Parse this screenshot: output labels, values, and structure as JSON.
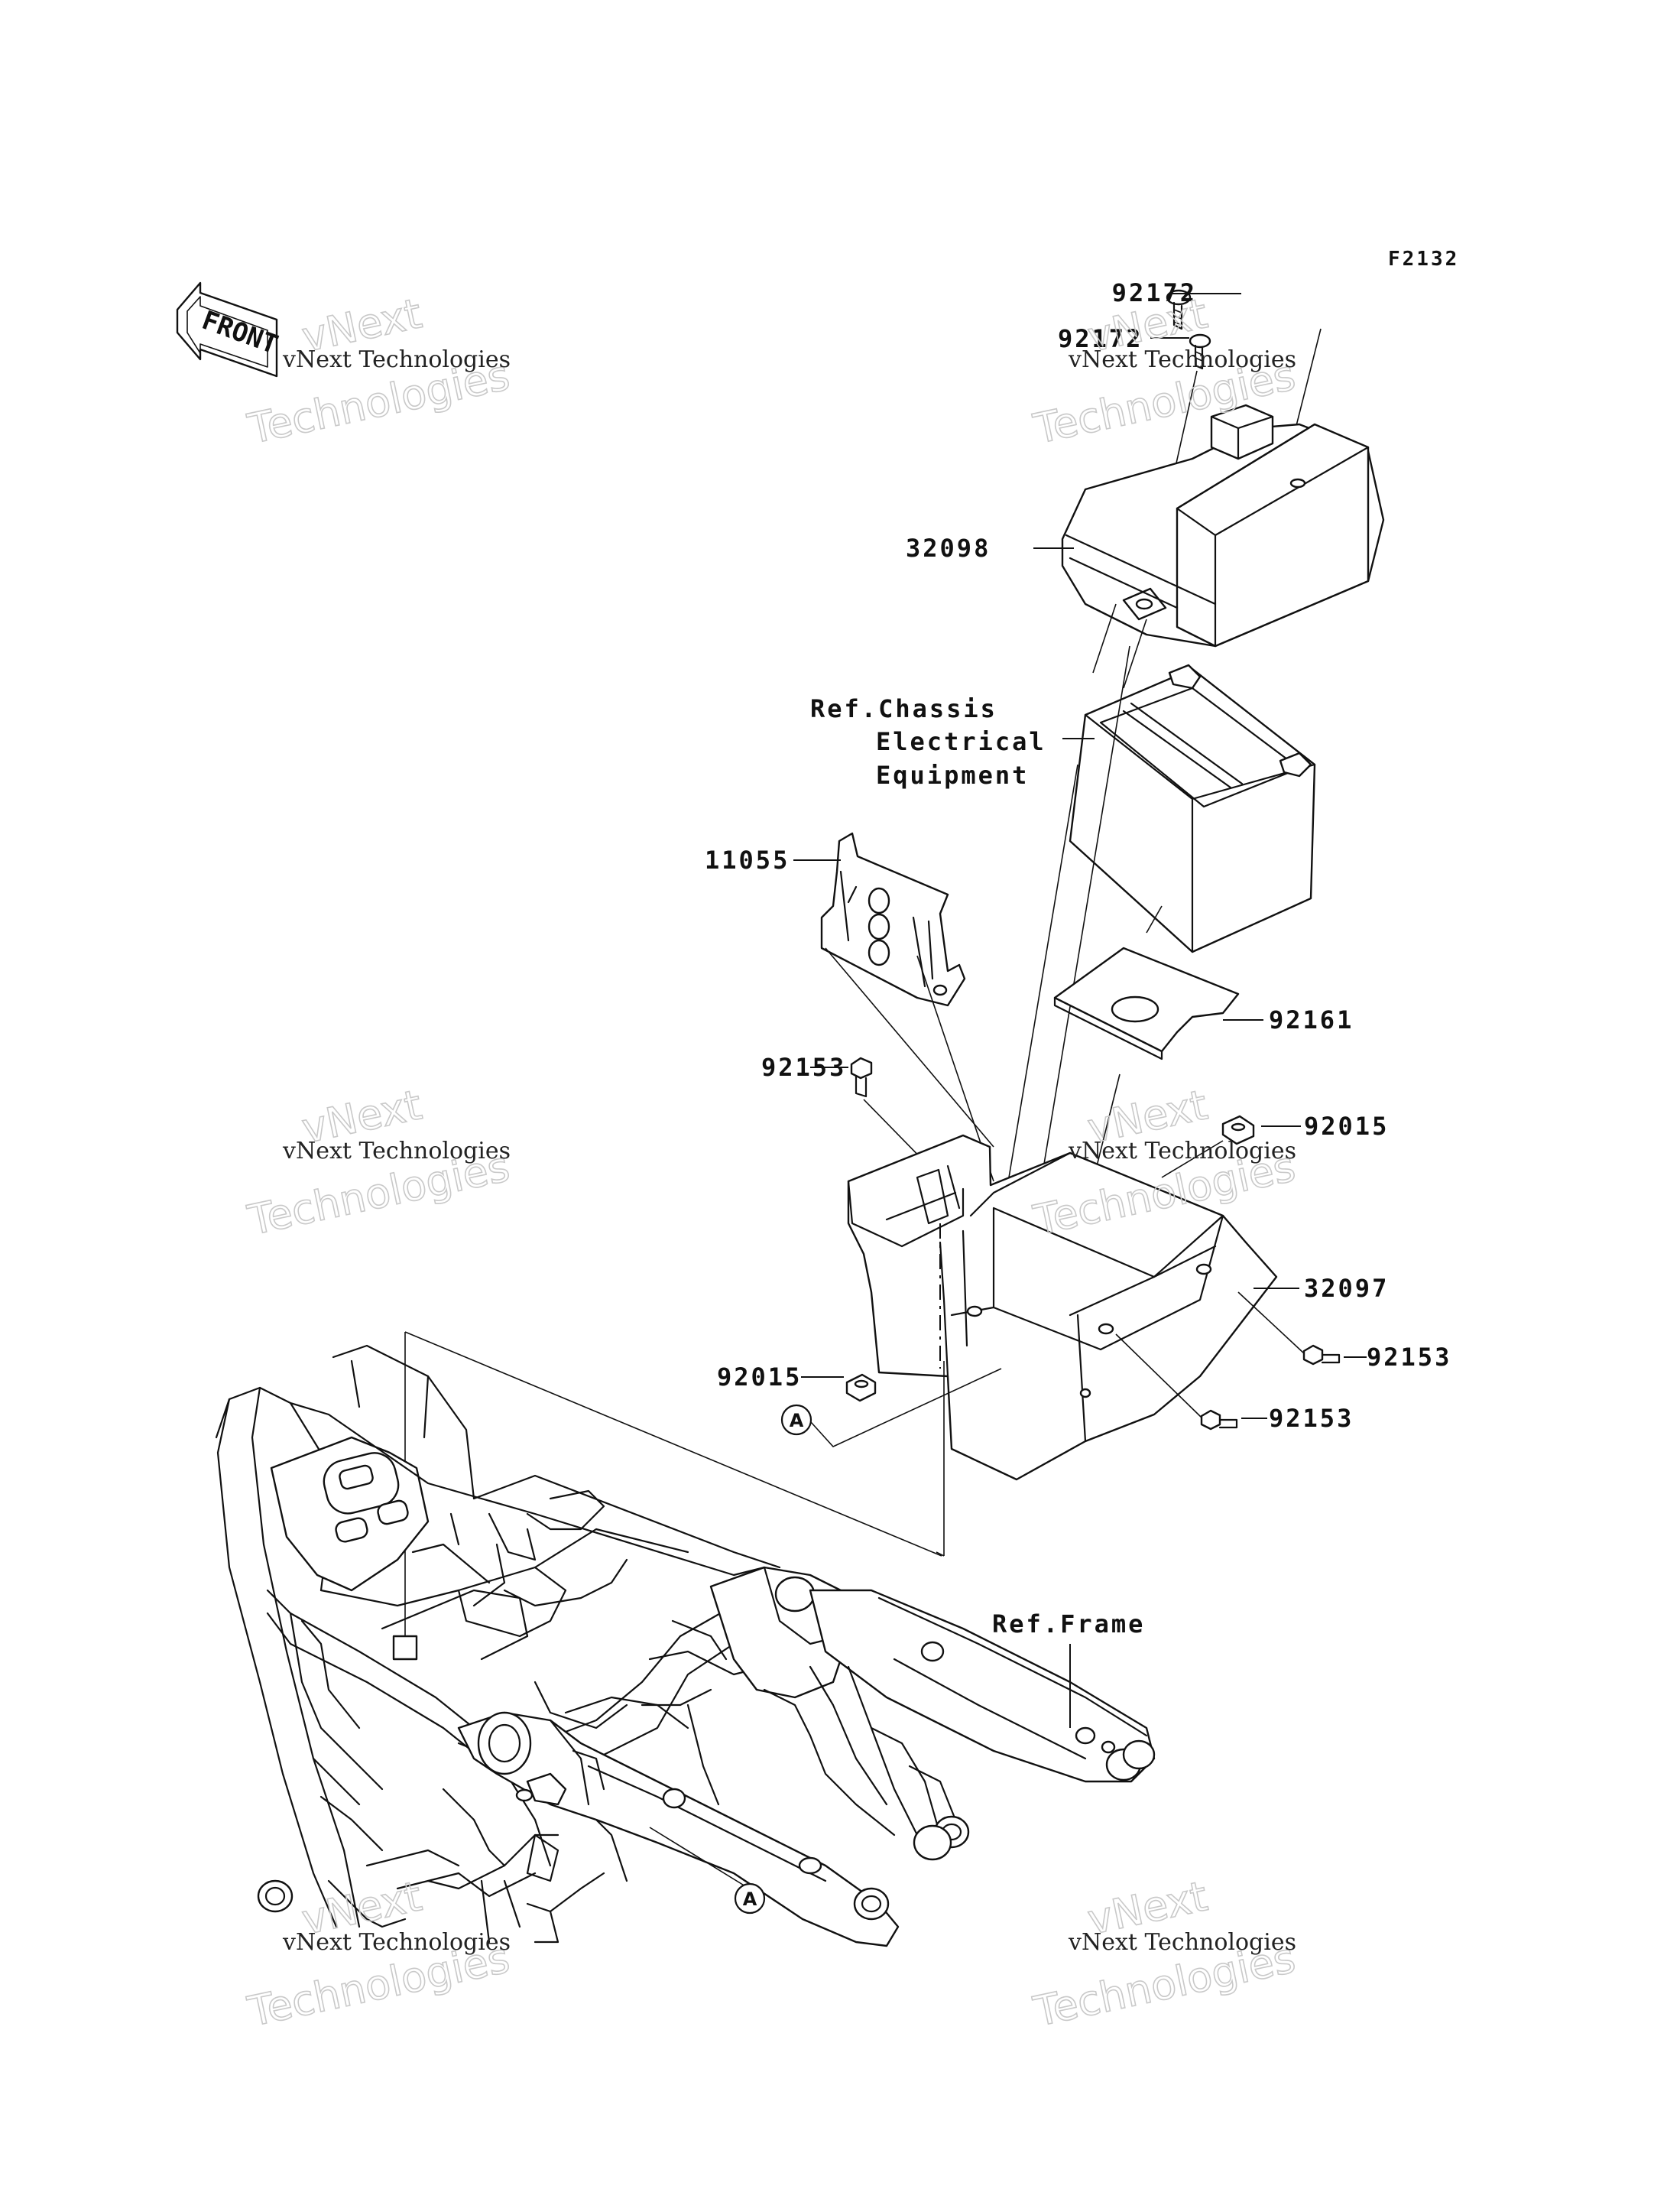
{
  "figure_code": "F2132",
  "front_label": "FRONT",
  "callouts": {
    "bolt_92172_top": "92172",
    "bolt_92172_lower": "92172",
    "cover_32098": "32098",
    "ref_chassis_line1": "Ref.Chassis",
    "ref_chassis_line2": "Electrical",
    "ref_chassis_line3": "Equipment",
    "bracket_11055": "11055",
    "pad_92161": "92161",
    "bolt_92153_left": "92153",
    "nut_92015_right": "92015",
    "case_32097": "32097",
    "bolt_92153_right_upper": "92153",
    "nut_92015_left": "92015",
    "bolt_92153_right_lower": "92153",
    "ref_frame": "Ref.Frame",
    "marker_a_upper": "A",
    "marker_a_lower": "A"
  },
  "watermarks": {
    "company_small": "vNext Technologies",
    "logo_line1": "vNext",
    "logo_line2": "Technologies"
  }
}
